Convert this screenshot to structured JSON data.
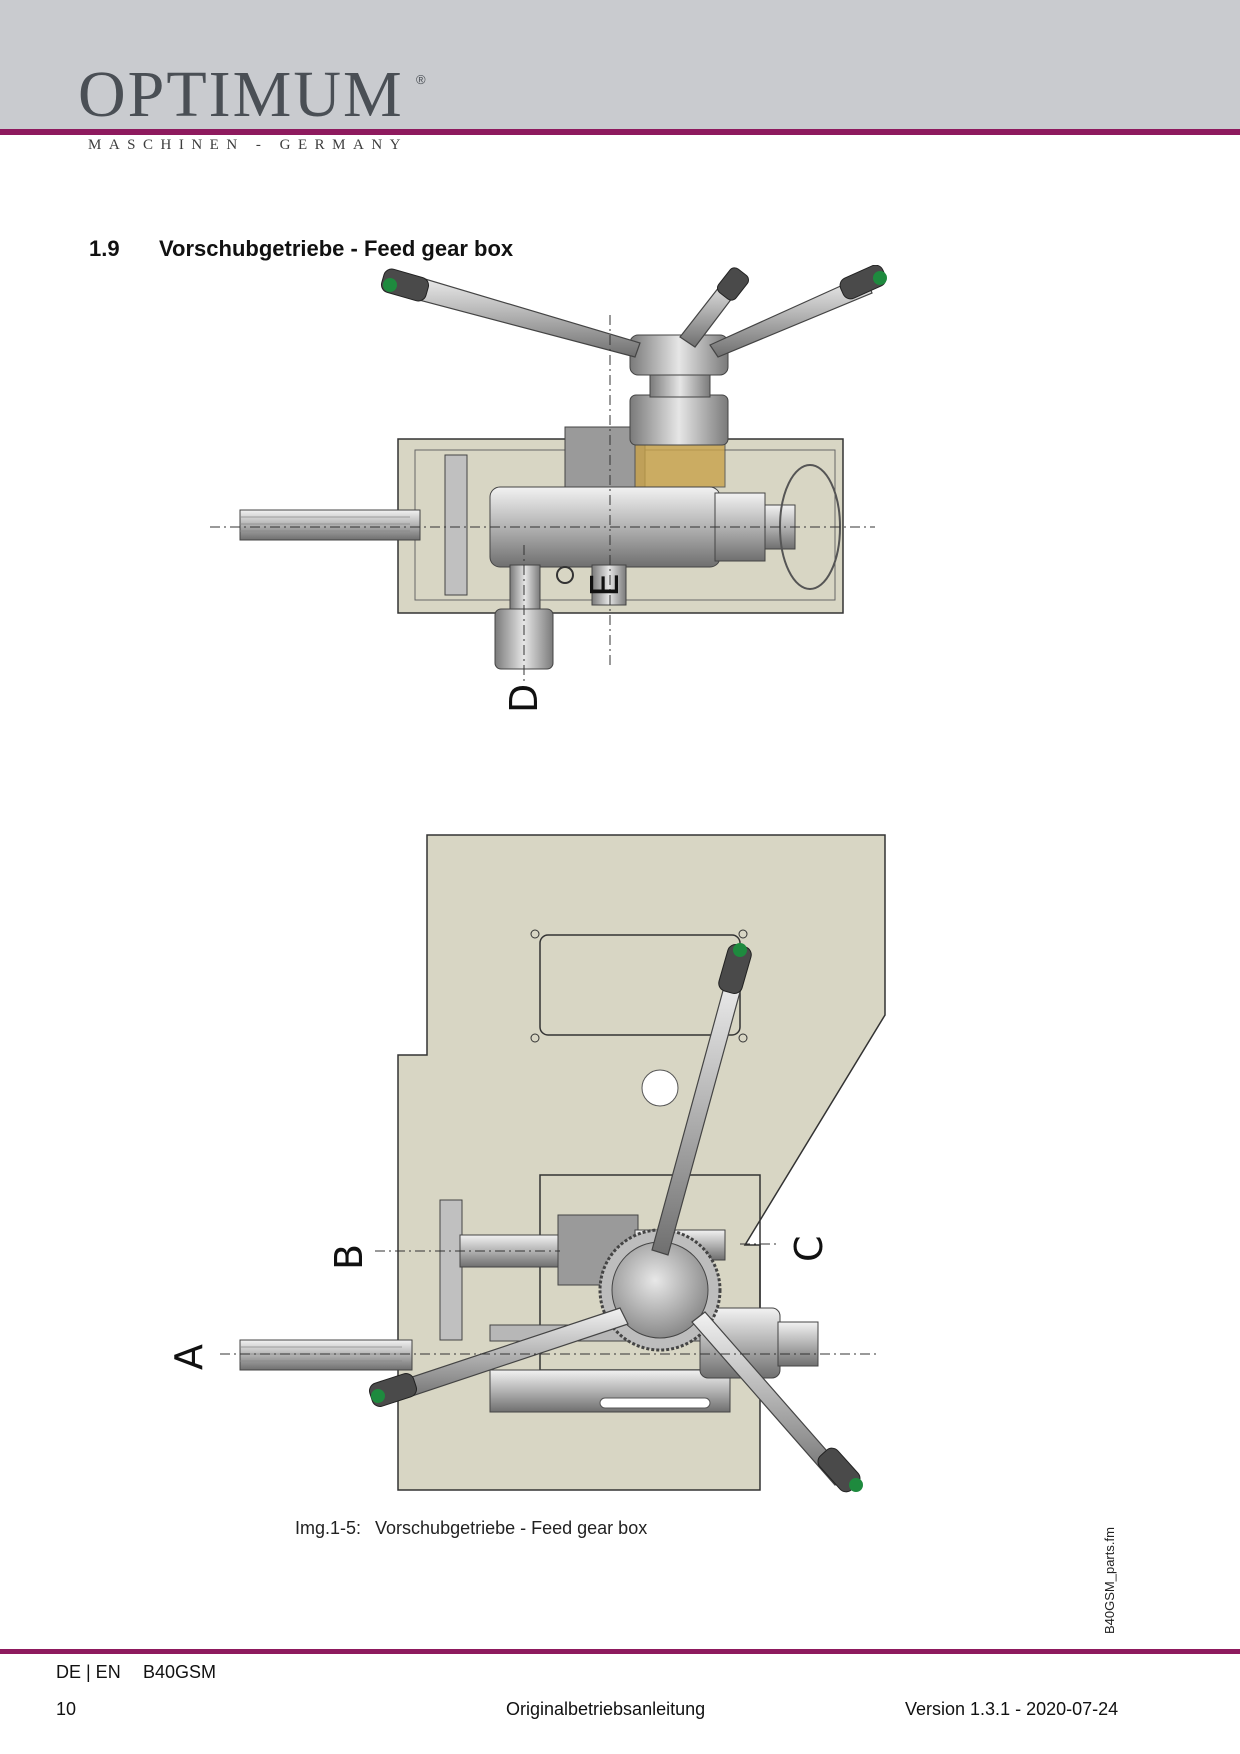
{
  "header": {
    "brand": "OPTIMUM",
    "registered_mark": "®",
    "tagline": "MASCHINEN - GERMANY",
    "colors": {
      "band": "#c9cbcf",
      "accent": "#8e1a5e"
    }
  },
  "section": {
    "number": "1.9",
    "title": "Vorschubgetriebe - Feed gear box"
  },
  "figure": {
    "callouts": {
      "a": "A",
      "b": "B",
      "c": "C",
      "d": "D",
      "e": "E"
    },
    "caption_label": "Img.1-5:",
    "caption_text": "Vorschubgetriebe - Feed gear box"
  },
  "side_note": "B40GSM_parts.fm",
  "footer": {
    "languages": "DE | EN",
    "model": "B40GSM",
    "page": "10",
    "document": "Originalbetriebsanleitung",
    "version": "Version 1.3.1 - 2020-07-24"
  }
}
